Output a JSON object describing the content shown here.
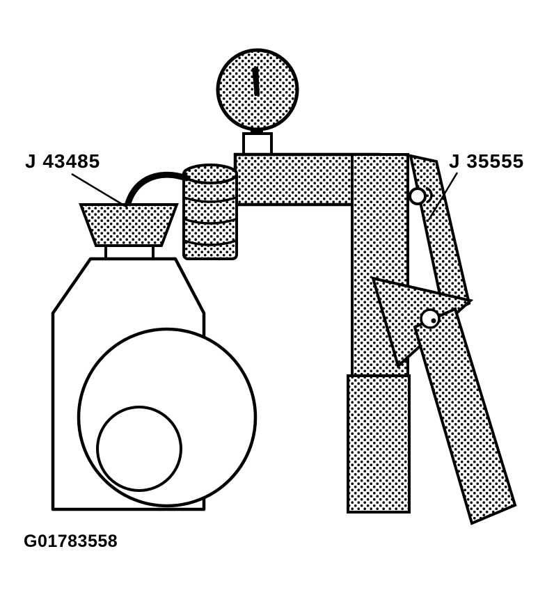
{
  "figure": {
    "labels": {
      "left_tool": "J 43485",
      "right_tool": "J 35555"
    },
    "figure_id": "G01783558",
    "colors": {
      "ink": "#000000",
      "background": "#ffffff"
    }
  }
}
